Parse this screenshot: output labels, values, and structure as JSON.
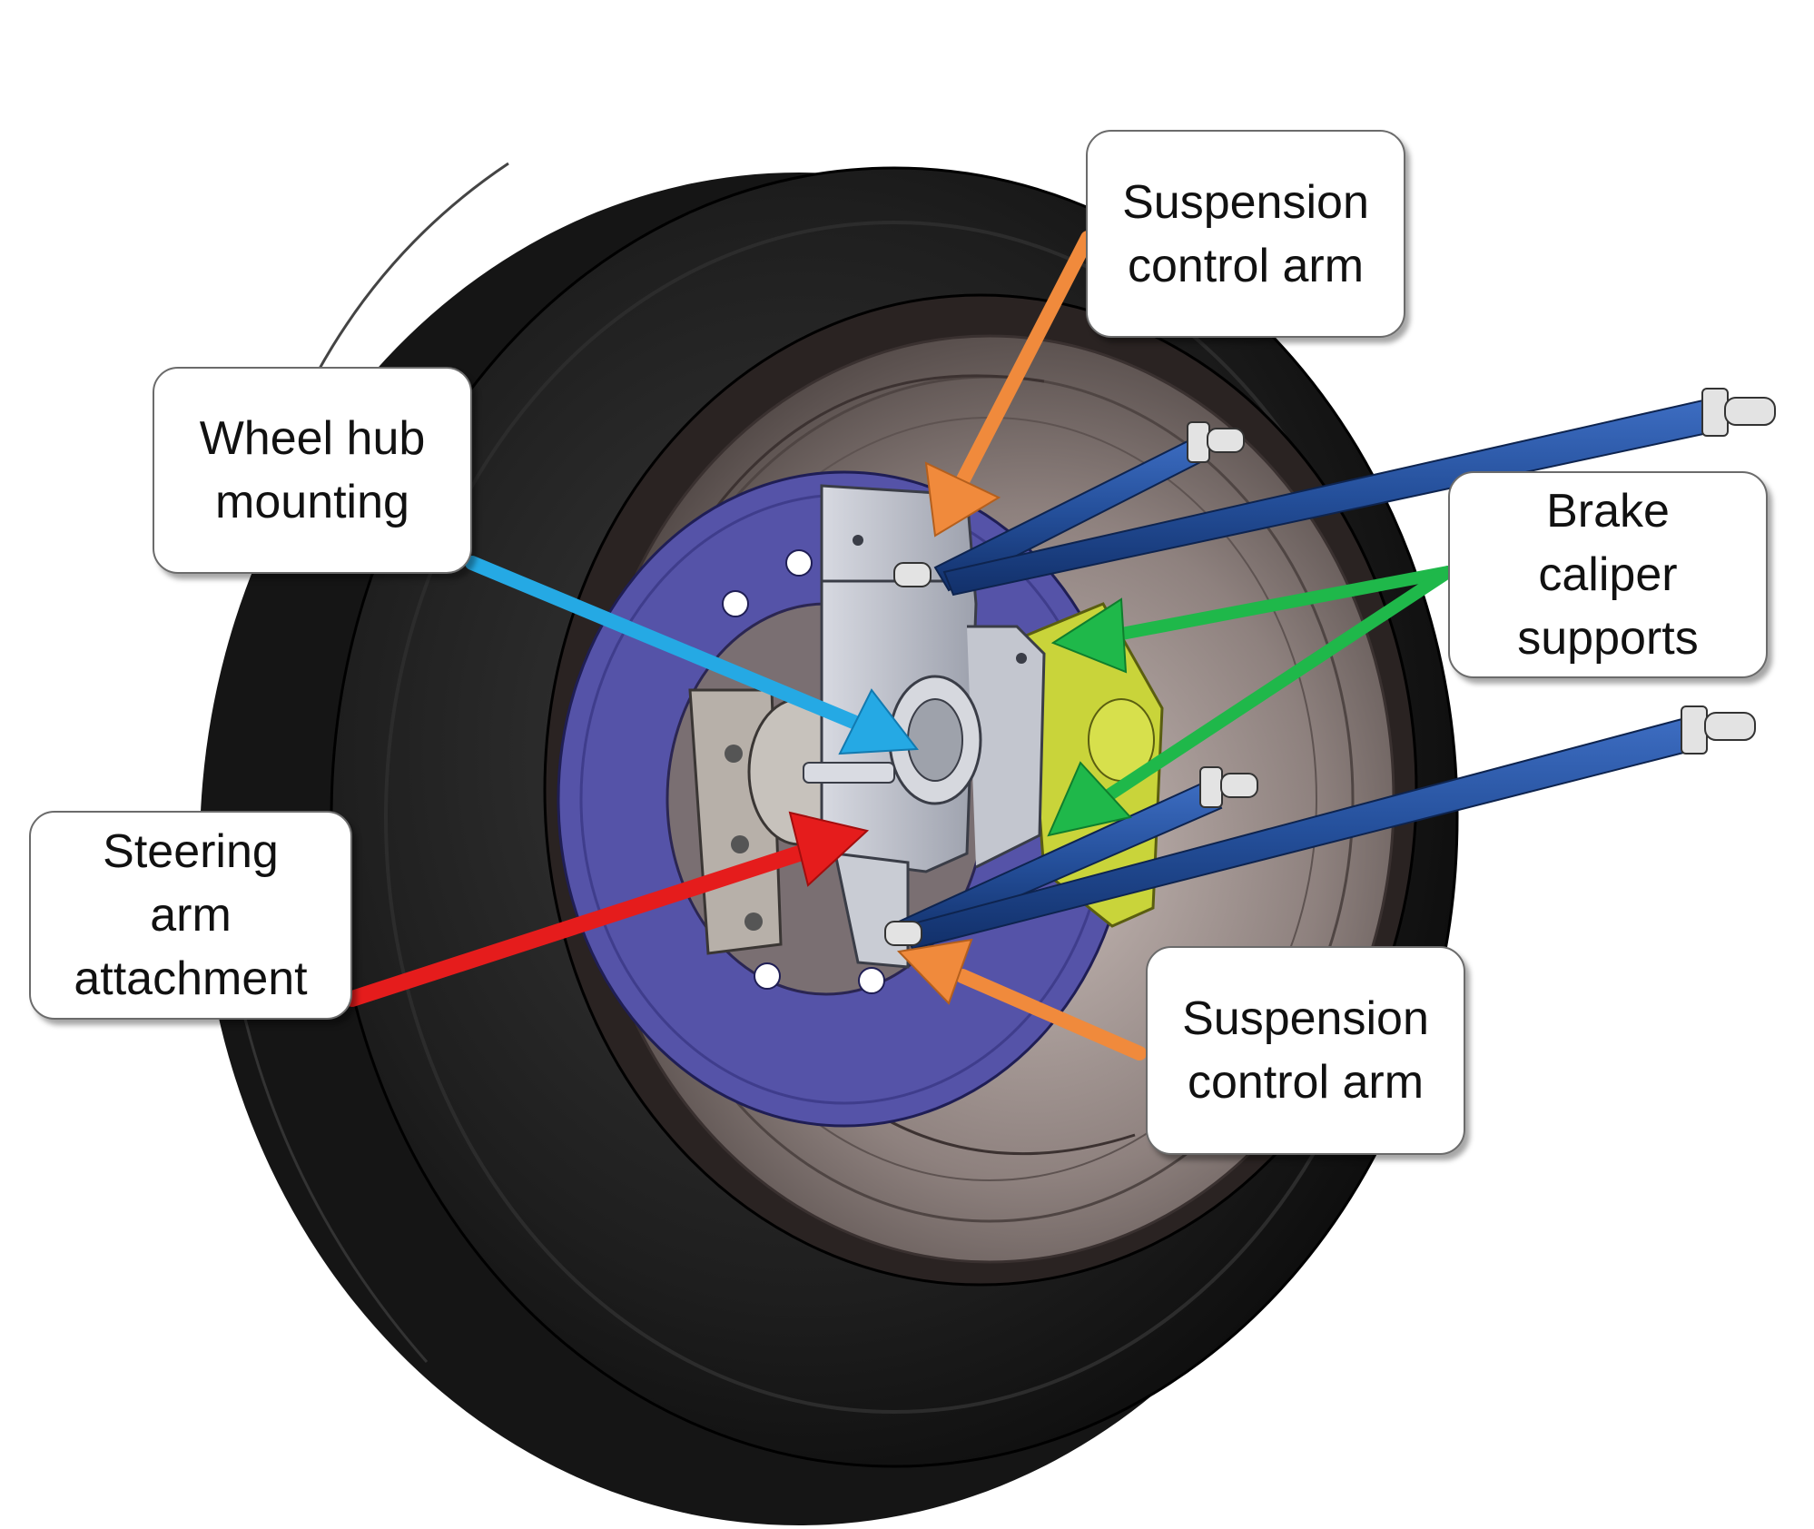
{
  "callouts": {
    "suspension_top": {
      "lines": [
        "Suspension",
        "control arm"
      ]
    },
    "wheel_hub": {
      "lines": [
        "Wheel hub",
        "mounting"
      ]
    },
    "brake_caliper": {
      "lines": [
        "Brake",
        "caliper",
        "supports"
      ]
    },
    "steering_arm": {
      "lines": [
        "Steering",
        "arm",
        "attachment"
      ]
    },
    "suspension_bottom": {
      "lines": [
        "Suspension",
        "control arm"
      ]
    }
  },
  "colors": {
    "tire": "#1b1b1b",
    "rim": "#6f6361",
    "brake_disc": "#5553a8",
    "upright": "#b9bcc6",
    "caliper": "#c9d43a",
    "control_arm": "#244f9a",
    "arrow_suspension": "#f08a3c",
    "arrow_hub": "#25a9e4",
    "arrow_brake": "#1fb84a",
    "arrow_steering": "#e51c1c"
  }
}
